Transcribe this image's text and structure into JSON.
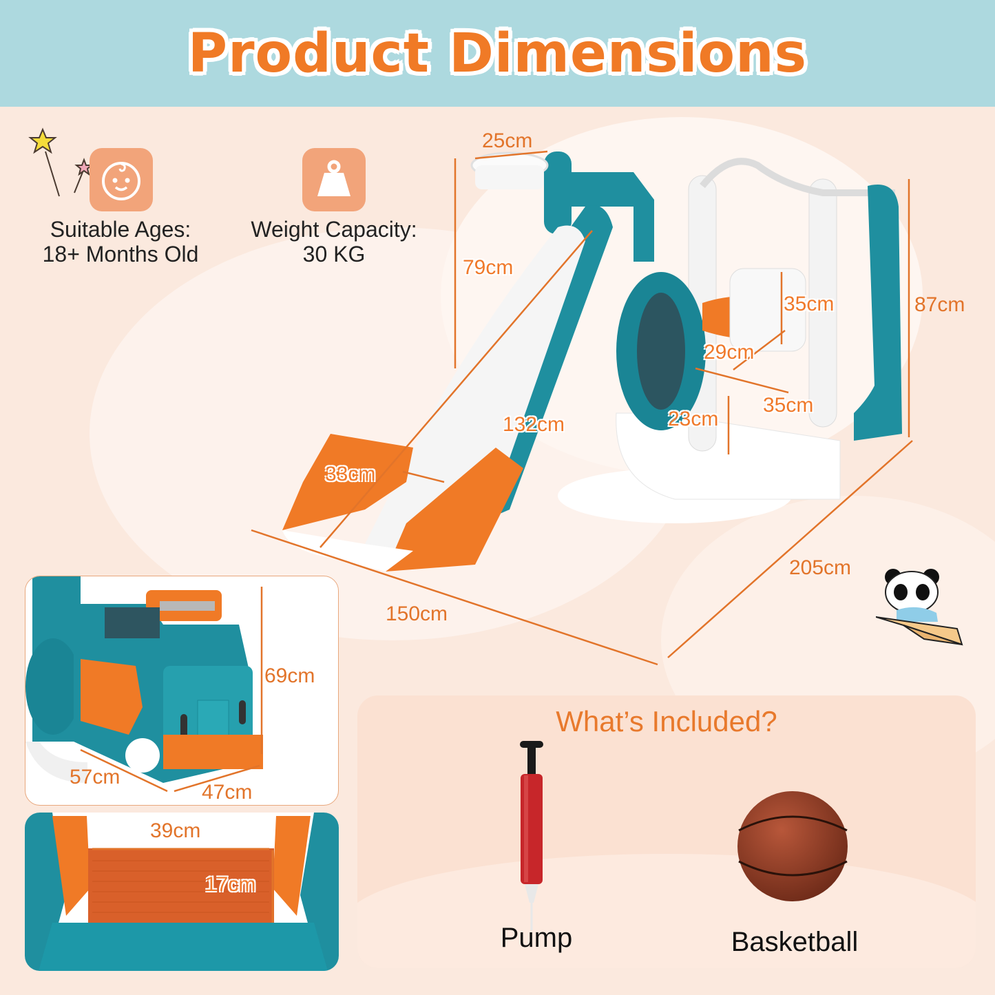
{
  "header": {
    "title": "Product Dimensions"
  },
  "features": [
    {
      "icon": "baby-face-icon",
      "line1": "Suitable Ages:",
      "line2": "18+ Months Old"
    },
    {
      "icon": "weight-icon",
      "line1": "Weight Capacity:",
      "line2": "30 KG"
    }
  ],
  "main_dimensions": {
    "hoop_width": "25cm",
    "slide_height": "79cm",
    "slide_length": "132cm",
    "slide_width": "33cm",
    "swing_back_height": "35cm",
    "swing_seat_depth": "29cm",
    "swing_seat_width": "35cm",
    "swing_seat_height": "23cm",
    "total_height": "87cm",
    "total_width": "150cm",
    "total_length": "205cm"
  },
  "truck_inset": {
    "height": "69cm",
    "depth": "57cm",
    "width": "47cm"
  },
  "step_inset": {
    "width": "39cm",
    "height": "17cm"
  },
  "included": {
    "title": "What’s Included?",
    "items": [
      {
        "label": "Pump",
        "icon": "pump-icon"
      },
      {
        "label": "Basketball",
        "icon": "basketball-icon"
      }
    ]
  },
  "colors": {
    "header_bg": "#add9df",
    "accent_orange": "#f07a26",
    "teal": "#1f8f9f",
    "page_bg": "#fbe9de"
  }
}
